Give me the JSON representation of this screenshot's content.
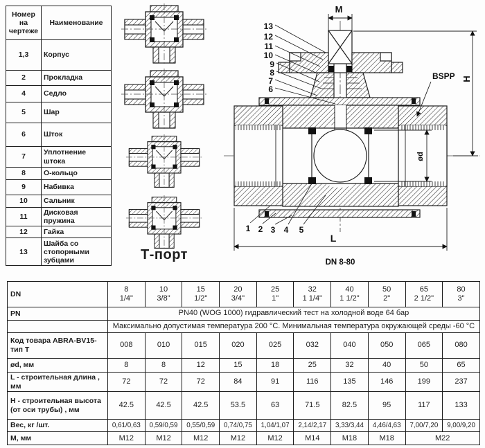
{
  "parts_table": {
    "headers": [
      "Номер на чертеже",
      "Наименование"
    ],
    "rows": [
      {
        "num": "1,3",
        "name": "Корпус"
      },
      {
        "num": "2",
        "name": "Прокладка"
      },
      {
        "num": "4",
        "name": "Седло"
      },
      {
        "num": "5",
        "name": "Шар"
      },
      {
        "num": "6",
        "name": "Шток"
      },
      {
        "num": "7",
        "name": "Уплотнение штока"
      },
      {
        "num": "8",
        "name": "О-кольцо"
      },
      {
        "num": "9",
        "name": "Набивка"
      },
      {
        "num": "10",
        "name": "Сальник"
      },
      {
        "num": "11",
        "name": "Дисковая пружина"
      },
      {
        "num": "12",
        "name": "Гайка"
      },
      {
        "num": "13",
        "name": "Шайба со стопорными зубцами"
      }
    ]
  },
  "port_section": {
    "caption": "Т-порт"
  },
  "drawing": {
    "labels": {
      "m": "M",
      "h": "H",
      "l": "L",
      "od": "ød",
      "bspp": "BSPP",
      "dn_range": "DN 8-80"
    },
    "callouts_top": [
      "13",
      "12",
      "11",
      "10",
      "9",
      "8",
      "7",
      "6"
    ],
    "callouts_bottom": [
      "1",
      "2",
      "3",
      "4",
      "5"
    ]
  },
  "spec_table": {
    "dn_label": "DN",
    "dn_mm": [
      "8",
      "10",
      "15",
      "20",
      "25",
      "32",
      "40",
      "50",
      "65",
      "80"
    ],
    "dn_inch": [
      "1/4\"",
      "3/8\"",
      "1/2\"",
      "3/4\"",
      "1\"",
      "1 1/4\"",
      "1 1/2\"",
      "2\"",
      "2 1/2\"",
      "3\""
    ],
    "pn_label": "PN",
    "pn_text": "PN40 (WOG 1000)  гидравлический тест на холодной воде 64 бар",
    "temp_text": "Максимально допустимая температура 200 °С.  Минимальная температура окружающей среды -60 °С",
    "rows": [
      {
        "label": "Код товара ABRA-BV15-тип Т",
        "values": [
          "008",
          "010",
          "015",
          "020",
          "025",
          "032",
          "040",
          "050",
          "065",
          "080"
        ]
      },
      {
        "label": "ød, мм",
        "values": [
          "8",
          "8",
          "12",
          "15",
          "18",
          "25",
          "32",
          "40",
          "50",
          "65"
        ]
      },
      {
        "label": "L - строительная длина , мм",
        "values": [
          "72",
          "72",
          "72",
          "84",
          "91",
          "116",
          "135",
          "146",
          "199",
          "237"
        ]
      },
      {
        "label": "H - строительная высота (от оси трубы) , мм",
        "values": [
          "42.5",
          "42.5",
          "42.5",
          "53.5",
          "63",
          "71.5",
          "82.5",
          "95",
          "117",
          "133"
        ]
      },
      {
        "label": "Вес, кг /шт.",
        "values": [
          "0,61/0,63",
          "0,59/0,59",
          "0,55/0,59",
          "0,74/0,75",
          "1,04/1,07",
          "2,14/2,17",
          "3,33/3,44",
          "4,46/4,63",
          "7,00/7,20",
          "9,00/9,20"
        ]
      }
    ],
    "m_label": "М, мм",
    "m_values": [
      "M12",
      "M12",
      "M12",
      "M12",
      "M12",
      "M14",
      "M18",
      "M18",
      "M22"
    ]
  }
}
